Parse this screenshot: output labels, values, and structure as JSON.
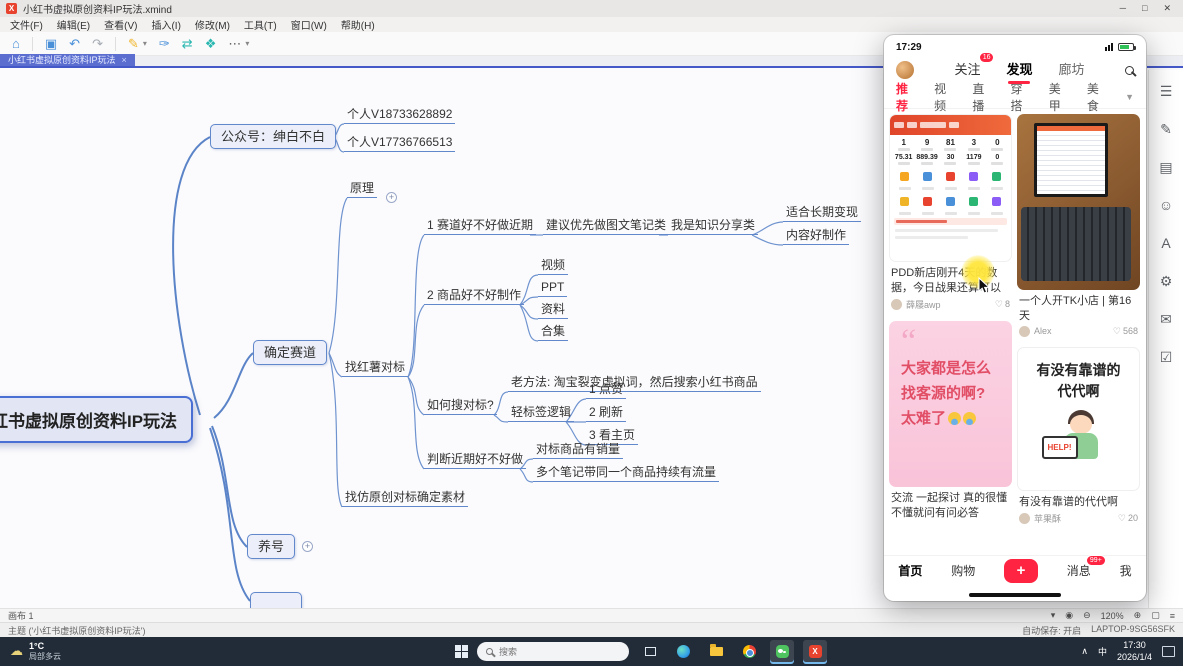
{
  "xmind": {
    "titlebar": {
      "title": "小红书虚拟原创资料IP玩法.xmind",
      "logo": "X"
    },
    "window_controls": {
      "minimize": "─",
      "maximize": "□",
      "close": "✕"
    },
    "menu": [
      "文件(F)",
      "编辑(E)",
      "查看(V)",
      "插入(I)",
      "修改(M)",
      "工具(T)",
      "窗口(W)",
      "帮助(H)"
    ],
    "tab": {
      "label": "小红书虚拟原创资料IP玩法",
      "close": "×"
    },
    "canvasbar": {
      "sheet": "画布 1",
      "zoom": "120%"
    },
    "statusbar": {
      "theme": "主题 ('小红书虚拟原创资料IP玩法')",
      "autosave": "自动保存: 开启",
      "device": "LAPTOP-9SG56SFK"
    }
  },
  "mindmap": {
    "root": "小红书虚拟原创资料IP玩法",
    "gzh": "公众号：绅白不白",
    "v1": "个人V18733628892",
    "v2": "个人V17736766513",
    "saidao": "确定赛道",
    "yuanli": "原理",
    "duibiao": "找红薯对标",
    "track1": "1 赛道好不好做近期",
    "track1a": "建议优先做图文笔记类",
    "track1b": "我是知识分享类",
    "track1b1": "适合长期变现",
    "track1b2": "内容好制作",
    "track2": "2 商品好不好制作",
    "media1": "视频",
    "media2": "PPT",
    "media3": "资料",
    "media4": "合集",
    "track3": "如何搜对标?",
    "track3a": "老方法: 淘宝裂变虚拟词，然后搜索小红书商品",
    "track3b": "轻标签逻辑",
    "step1": "1 点赞",
    "step2": "2 刷新",
    "step3": "3 看主页",
    "track4": "判断近期好不好做",
    "track4a": "对标商品有销量",
    "track4b": "多个笔记带同一个商品持续有流量",
    "fang": "找仿原创对标确定素材",
    "yanghao": "养号",
    "toggle_plus": "+"
  },
  "phone": {
    "status_time": "17:29",
    "topnav": {
      "follow": "关注",
      "follow_badge": "16",
      "discover": "发现",
      "city": "廊坊"
    },
    "categories": [
      "推荐",
      "视频",
      "直播",
      "穿搭",
      "美甲",
      "美食"
    ],
    "pdd_stats": {
      "row1": [
        "1",
        "9",
        "81",
        "3",
        "0"
      ],
      "row2": [
        "75.31",
        "889.39",
        "30",
        "1179",
        "0"
      ]
    },
    "card1": {
      "title": "PDD新店刚开4天的数据，今日战果还算可以",
      "author": "薛屦awp",
      "likes": "8"
    },
    "card2": {
      "title": "一个人开TK小店 | 第16天",
      "author": "Alex",
      "likes": "568"
    },
    "card3": {
      "line1": "大家都是怎么",
      "line2": "找客源的啊?",
      "line3": "太难了",
      "title": "交流 一起探讨 真的很懂 不懂就问有问必答"
    },
    "card4": {
      "img_line1": "有没有靠谱的",
      "img_line2": "代代啊",
      "sign": "HELP!",
      "title": "有没有靠谱的代代啊",
      "author": "苹果酥",
      "likes": "20"
    },
    "bottomnav": {
      "home": "首页",
      "shop": "购物",
      "plus": "+",
      "messages": "消息",
      "msg_badge": "99+",
      "me": "我"
    }
  },
  "taskbar": {
    "weather": {
      "temp": "1°C",
      "desc": "局部多云"
    },
    "search_placeholder": "搜索",
    "ime": "中",
    "time": "17:30",
    "date": "2026/1/4"
  }
}
